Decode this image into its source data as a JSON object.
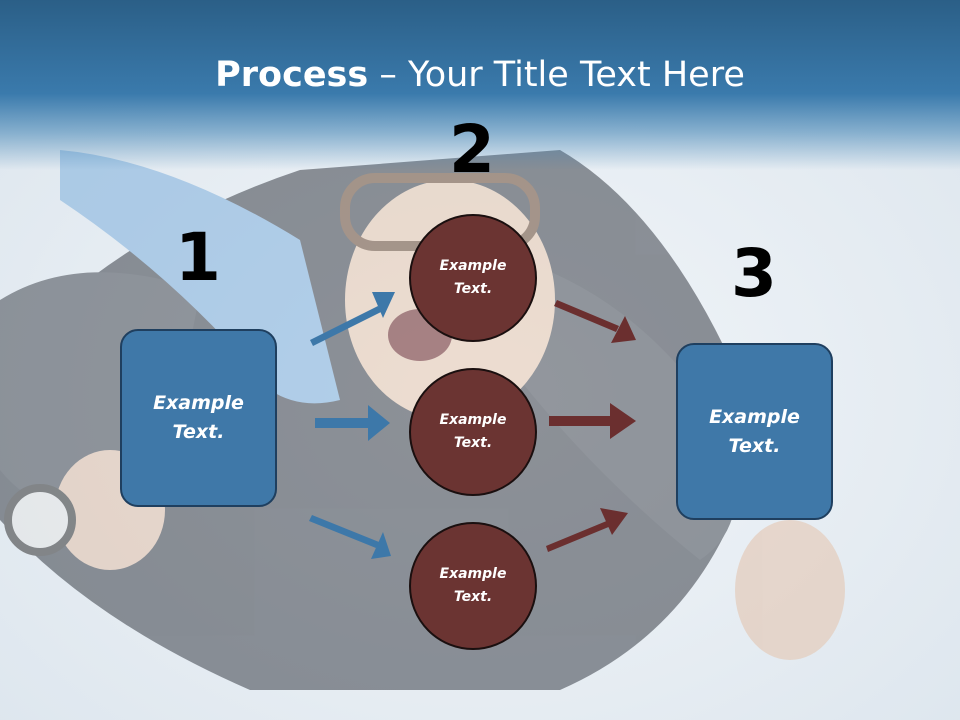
{
  "title": {
    "bold": "Process",
    "rest": " – Your Title Text Here"
  },
  "steps": {
    "one": "1",
    "two": "2",
    "three": "3"
  },
  "boxes": {
    "left": "Example Text.",
    "right": "Example Text."
  },
  "circles": {
    "top": "Example Text.",
    "middle": "Example Text.",
    "bottom": "Example Text."
  },
  "colors": {
    "blue_shape": "#3f78a8",
    "blue_arrow": "#3d78a9",
    "red_circle": "#6b3432",
    "red_arrow": "#6b2f2f"
  }
}
